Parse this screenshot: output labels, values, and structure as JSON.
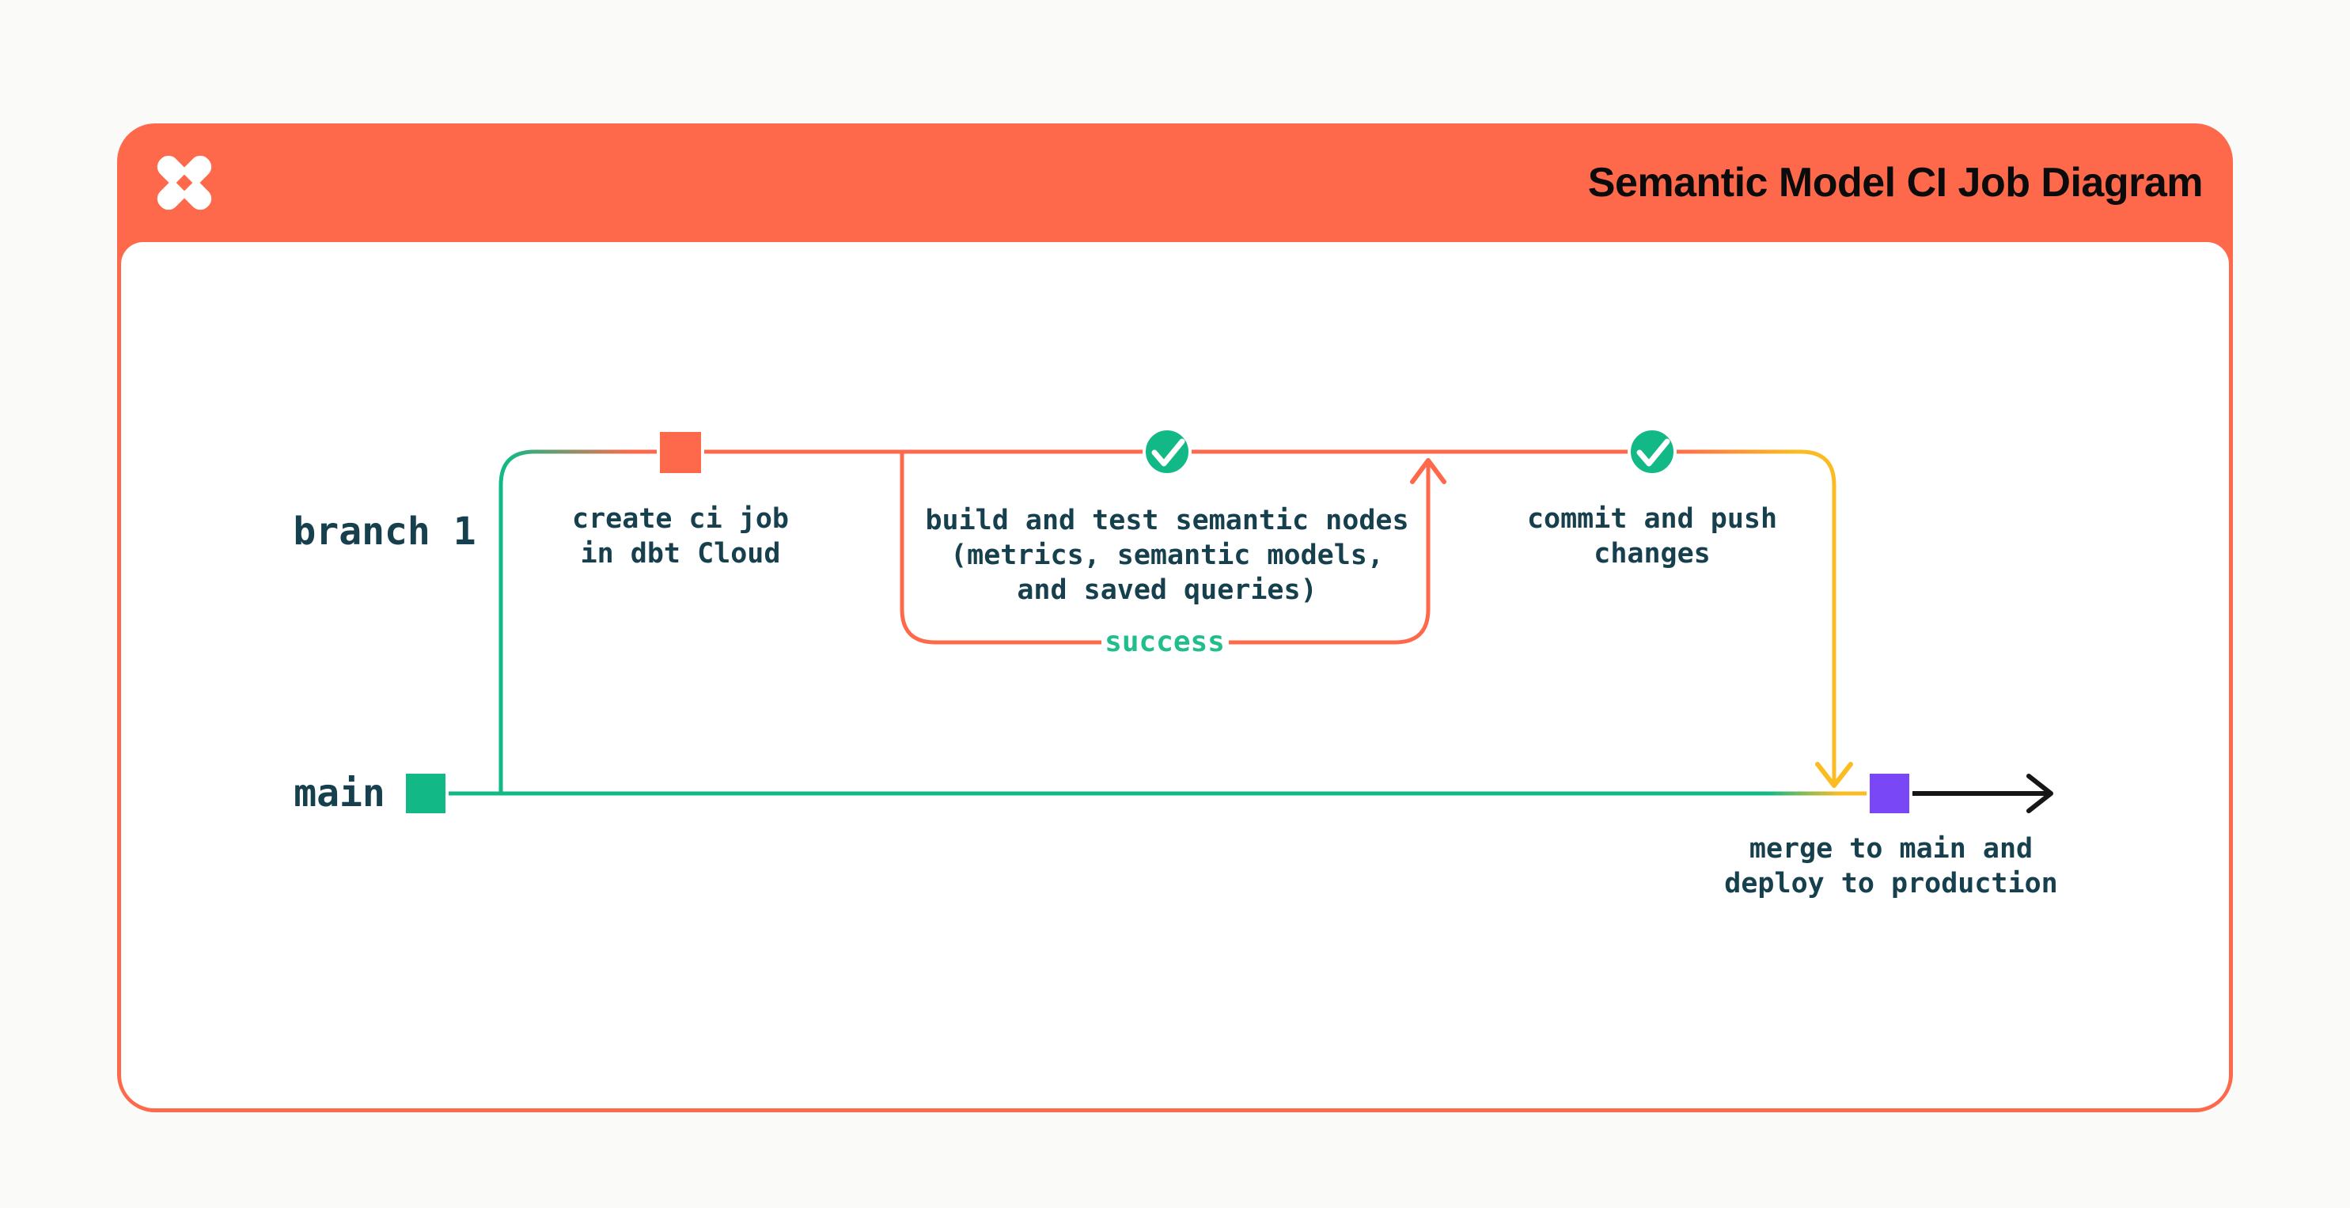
{
  "header": {
    "title": "Semantic Model CI Job Diagram",
    "logo": "dbt-logo"
  },
  "colors": {
    "orange": "#FF694B",
    "green": "#12B886",
    "green_bright": "#1FBE8C",
    "yellow": "#FBBB23",
    "purple": "#7A47F7",
    "ink": "#17404F",
    "black": "#161616",
    "card_background": "#FFFFFF",
    "page_background": "#FAFAF8"
  },
  "branches": {
    "branch1": {
      "label": "branch 1"
    },
    "main": {
      "label": "main"
    }
  },
  "nodes": {
    "create_ci": {
      "label": "create ci job\nin dbt Cloud",
      "marker": "orange-square-commit"
    },
    "build_test": {
      "label": "build and test semantic nodes\n(metrics, semantic models,\nand saved queries)",
      "marker": "green-check-circle"
    },
    "commit_push": {
      "label": "commit and push\nchanges",
      "marker": "green-check-circle"
    },
    "merge_deploy": {
      "label": "merge to main and\ndeploy to production",
      "marker": "purple-square-commit"
    }
  },
  "loop": {
    "label": "success"
  }
}
